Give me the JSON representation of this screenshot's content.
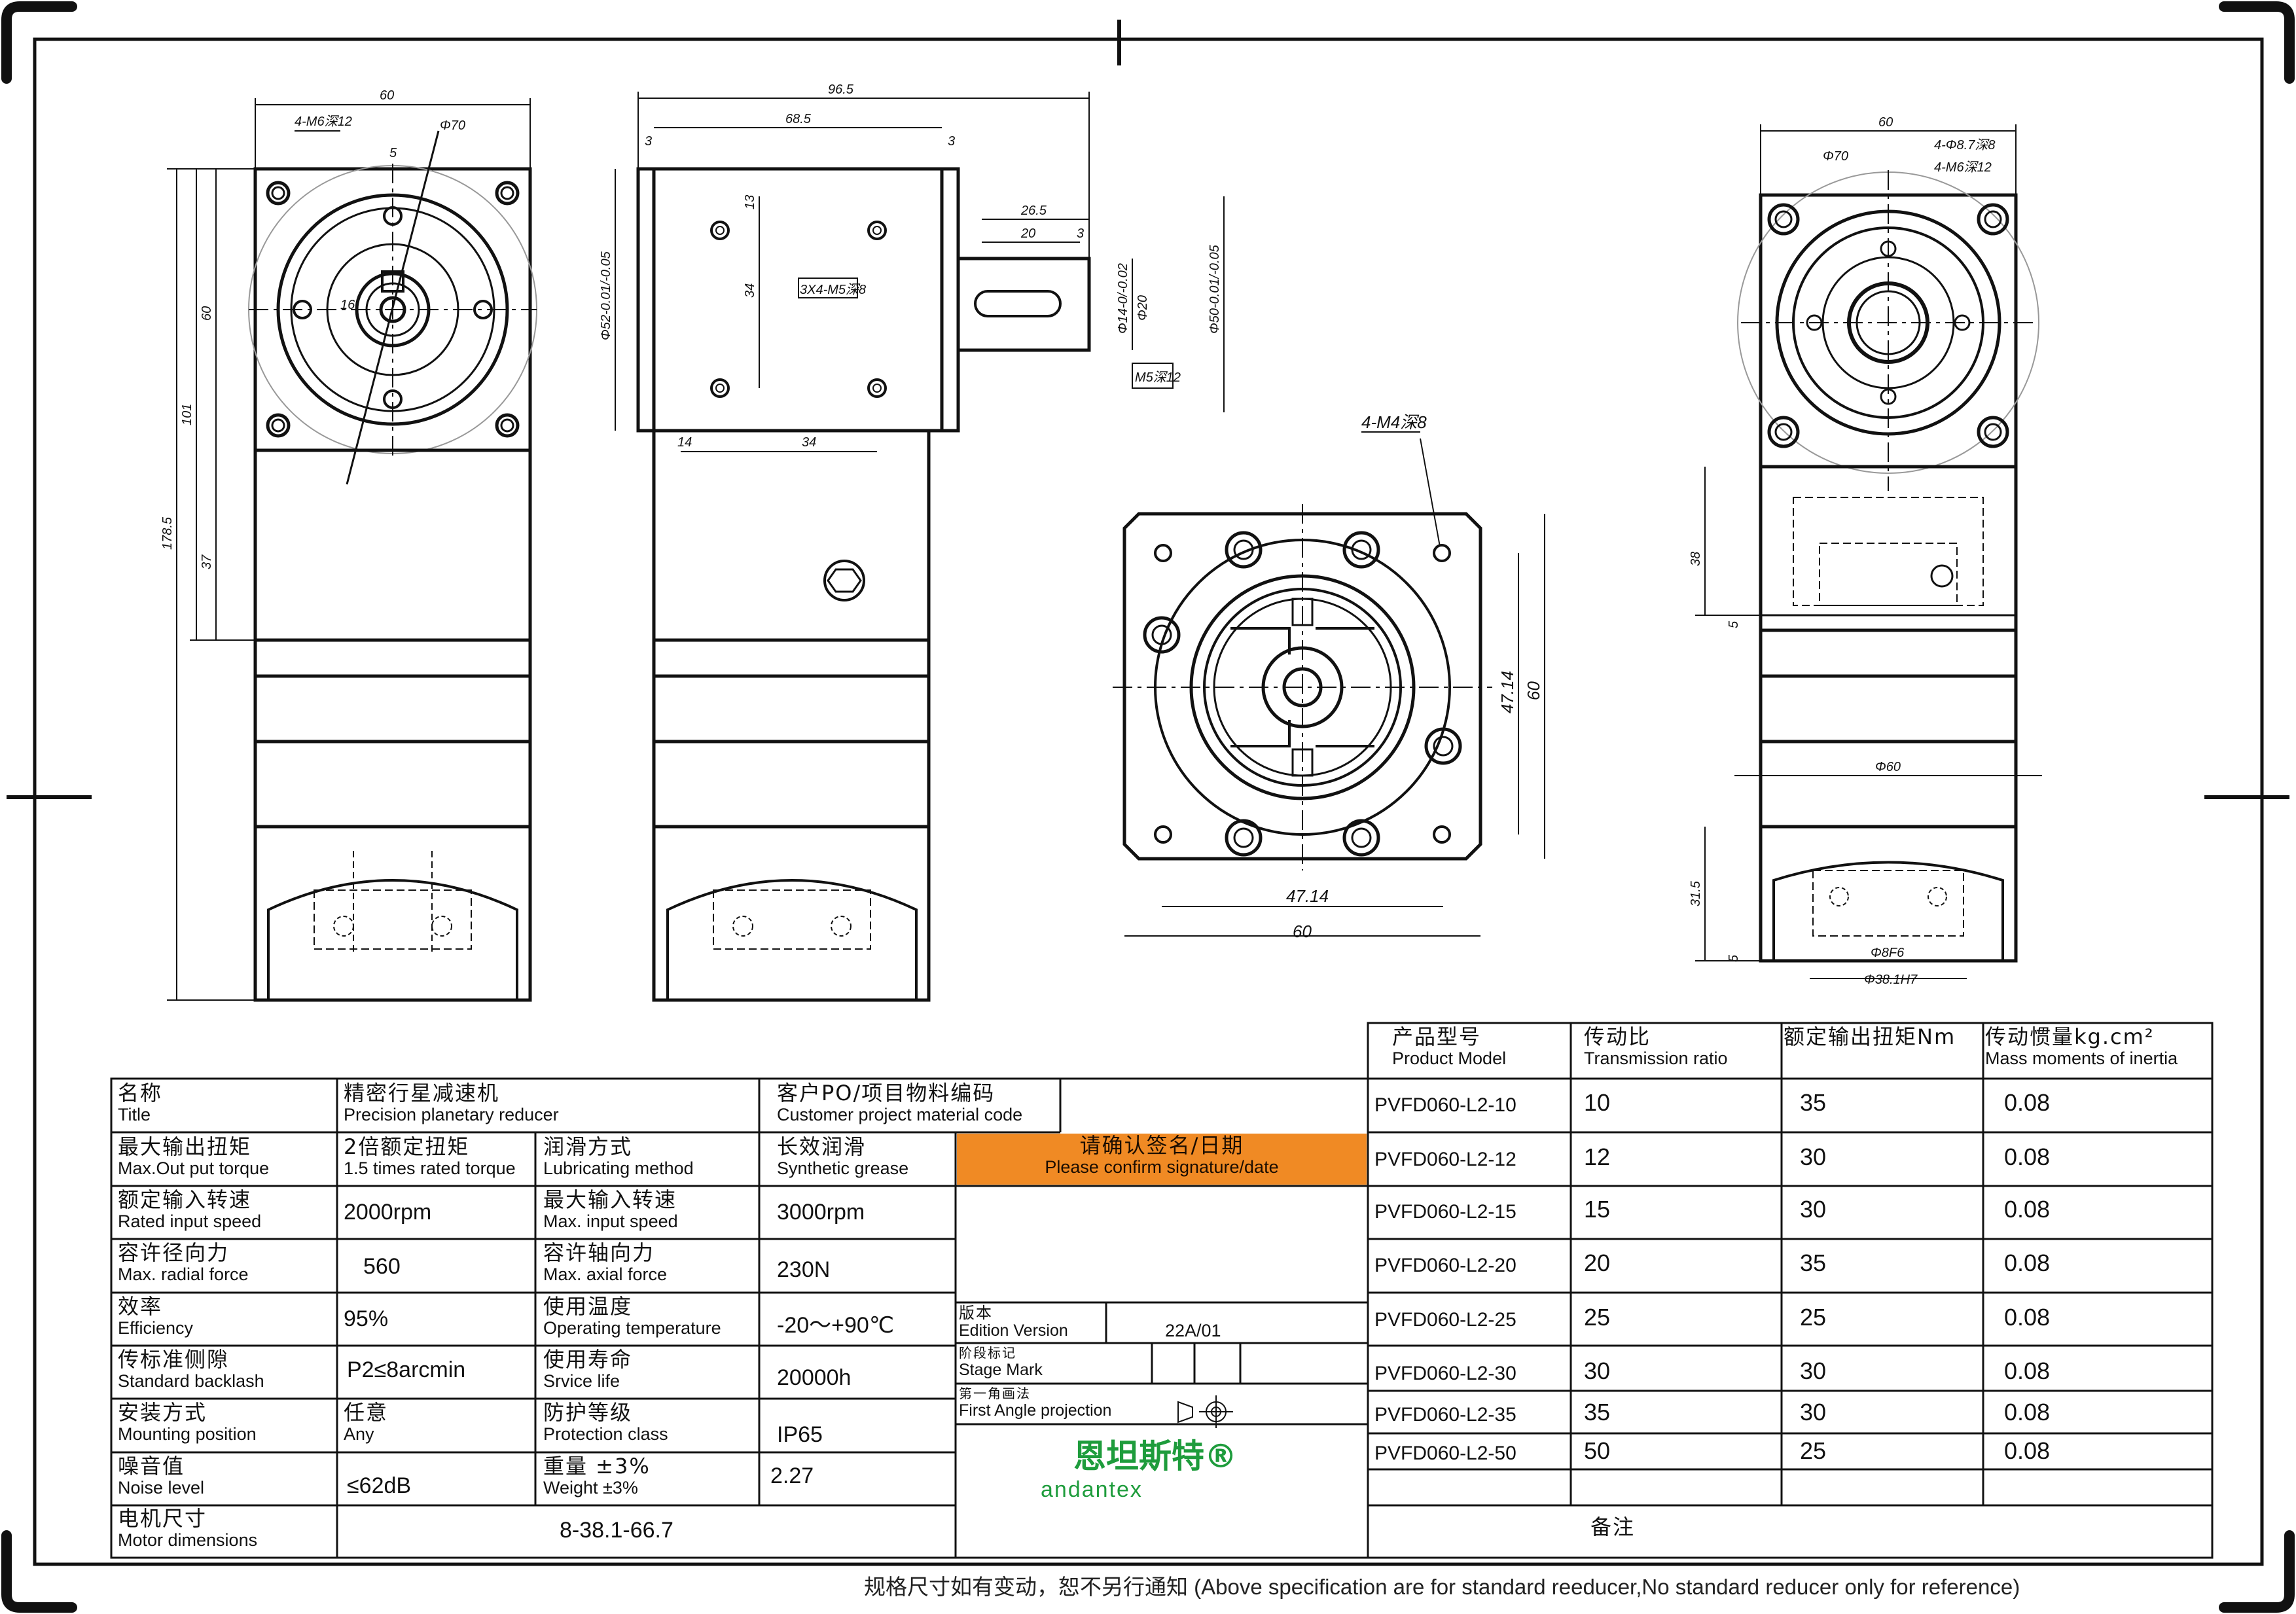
{
  "drawing": {
    "dims_front": {
      "width": "60",
      "bolt": "4-M6深12",
      "pcd": "Φ70",
      "key": "5",
      "height_total": "178.5",
      "h101": "101",
      "h60": "60",
      "h37": "37",
      "bore": "16"
    },
    "dims_side": {
      "len": "96.5",
      "body": "68.5",
      "t3a": "3",
      "t3b": "3",
      "shaft_len": "26.5",
      "key_len": "20",
      "key_off": "3",
      "pilot": "Φ52-0.01/-0.05",
      "h13": "13",
      "h34": "34",
      "holes": "3X4-M5深8",
      "d14": "Φ14-0/-0.02",
      "d20": "Φ20",
      "d50": "Φ50-0.01/-0.05",
      "m5": "M5深12",
      "b14": "14",
      "b34": "34"
    },
    "dims_bottom": {
      "bolt": "4-M4深8",
      "a": "47.14",
      "b": "60",
      "c": "47.14",
      "d": "60"
    },
    "dims_right": {
      "w": "60",
      "pcd": "Φ70",
      "h1": "4-Φ8.7深8",
      "h2": "4-M6深12",
      "h38": "38",
      "h5": "5",
      "d60": "Φ60",
      "h31": "31.5",
      "h5b": "5",
      "d8": "Φ8F6",
      "d38": "Φ38.1H7"
    }
  },
  "spec": {
    "title": {
      "cn": "名称",
      "en": "Title",
      "val_cn": "精密行星减速机",
      "val_en": "Precision planetary reducer"
    },
    "customer": {
      "cn": "客户PO/项目物料编码",
      "en": "Customer project material code"
    },
    "max_torque": {
      "cn": "最大输出扭矩",
      "en": "Max.Out put torque",
      "val_cn": "2倍额定扭矩",
      "val_en": "1.5 times rated torque"
    },
    "lubrication": {
      "cn": "润滑方式",
      "en": "Lubricating method",
      "val_cn": "长效润滑",
      "val_en": "Synthetic grease"
    },
    "confirm": {
      "cn": "请确认签名/日期",
      "en": "Please confirm signature/date"
    },
    "rated_speed": {
      "cn": "额定输入转速",
      "en": "Rated input speed",
      "val": "2000rpm"
    },
    "max_speed": {
      "cn": "最大输入转速",
      "en": "Max. input speed",
      "val": "3000rpm"
    },
    "radial": {
      "cn": "容许径向力",
      "en": "Max. radial force",
      "val": "560"
    },
    "axial": {
      "cn": "容许轴向力",
      "en": "Max. axial force",
      "val": "230N"
    },
    "efficiency": {
      "cn": "效率",
      "en": "Efficiency",
      "val": "95%"
    },
    "temperature": {
      "cn": "使用温度",
      "en": "Operating temperature",
      "val": "-20〜+90℃"
    },
    "backlash": {
      "cn": "传标准侧隙",
      "en": "Standard backlash",
      "val": "P2≤8arcmin"
    },
    "life": {
      "cn": "使用寿命",
      "en": "Srvice life",
      "val": "20000h"
    },
    "mounting": {
      "cn": "安装方式",
      "en": "Mounting position",
      "val_cn": "任意",
      "val_en": "Any"
    },
    "protection": {
      "cn": "防护等级",
      "en": "Protection class",
      "val": "IP65"
    },
    "noise": {
      "cn": "噪音值",
      "en": "Noise level",
      "val": "≤62dB"
    },
    "weight": {
      "cn": "重量 ±3%",
      "en": "Weight ±3%",
      "val": "2.27"
    },
    "motor": {
      "cn": "电机尺寸",
      "en": "Motor dimensions",
      "val": "8-38.1-66.7"
    },
    "edition": {
      "cn": "版本",
      "en": "Edition Version",
      "val": "22A/01"
    },
    "stage": {
      "cn": "阶段标记",
      "en": "Stage Mark"
    },
    "projection": {
      "cn": "第一角画法",
      "en": "First Angle projection"
    },
    "brand": {
      "cn": "恩坦斯特®",
      "en": "andantex"
    }
  },
  "models": {
    "headers": [
      {
        "cn": "产品型号",
        "en": "Product Model"
      },
      {
        "cn": "传动比",
        "en": "Transmission ratio"
      },
      {
        "cn": "额定输出扭矩Nm",
        "en": ""
      },
      {
        "cn": "传动惯量kg.cm²",
        "en": "Mass moments of inertia"
      }
    ],
    "rows": [
      {
        "model": "PVFD060-L2-10",
        "ratio": "10",
        "torque": "35",
        "inertia": "0.08"
      },
      {
        "model": "PVFD060-L2-12",
        "ratio": "12",
        "torque": "30",
        "inertia": "0.08"
      },
      {
        "model": "PVFD060-L2-15",
        "ratio": "15",
        "torque": "30",
        "inertia": "0.08"
      },
      {
        "model": "PVFD060-L2-20",
        "ratio": "20",
        "torque": "35",
        "inertia": "0.08"
      },
      {
        "model": "PVFD060-L2-25",
        "ratio": "25",
        "torque": "25",
        "inertia": "0.08"
      },
      {
        "model": "PVFD060-L2-30",
        "ratio": "30",
        "torque": "30",
        "inertia": "0.08"
      },
      {
        "model": "PVFD060-L2-35",
        "ratio": "35",
        "torque": "30",
        "inertia": "0.08"
      },
      {
        "model": "PVFD060-L2-50",
        "ratio": "50",
        "torque": "25",
        "inertia": "0.08"
      }
    ],
    "remarks": "备注"
  },
  "footnote": "规格尺寸如有变动，恕不另行通知   (Above specification are for standard reeducer,No standard reducer only for reference)"
}
